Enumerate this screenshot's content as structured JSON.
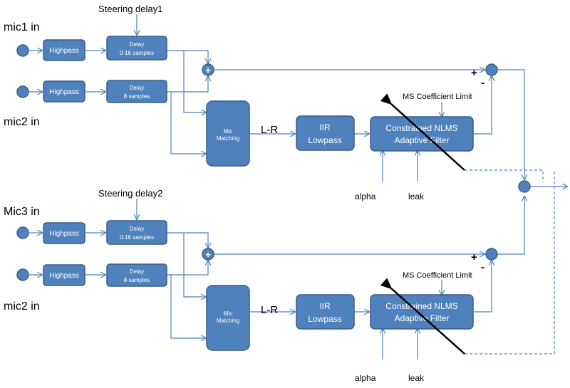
{
  "colors": {
    "block": "#4f81bd",
    "block_border": "#385d8a",
    "wire": "#4f81bd",
    "text": "#000000",
    "arrow": "#000000"
  },
  "top": {
    "in1_label": "mic1 in",
    "in2_label": "mic2 in",
    "steering_label": "Steering delay1",
    "highpass1": "Highpass",
    "highpass2": "Highpass",
    "delay1_title": "Delay",
    "delay1_sub": "0-16 samples",
    "delay2_title": "Delay",
    "delay2_sub": "8 samples",
    "mic_matching_1": "Mic",
    "mic_matching_2": "Matching",
    "lr_label": "L-R",
    "iir_1": "IIR",
    "iir_2": "Lowpass",
    "nlms_1": "Constrained NLMS",
    "nlms_2": "Adaptive Filter",
    "ms_limit": "MS Coefficient Limit",
    "alpha": "alpha",
    "leak": "leak",
    "plus": "+",
    "minus": "-",
    "sum_symbol": "+"
  },
  "bottom": {
    "in1_label": "Mic3 in",
    "in2_label": "mic2 in",
    "steering_label": "Steering delay2",
    "highpass1": "Highpass",
    "highpass2": "Highpass",
    "delay1_title": "Delay",
    "delay1_sub": "0-16 samples",
    "delay2_title": "Delay",
    "delay2_sub": "8 samples",
    "mic_matching_1": "Mic",
    "mic_matching_2": "Matching",
    "lr_label": "L-R",
    "iir_1": "IIR",
    "iir_2": "Lowpass",
    "nlms_1": "Constrained NLMS",
    "nlms_2": "Adaptive Filter",
    "ms_limit": "MS Coefficient Limit",
    "alpha": "alpha",
    "leak": "leak",
    "plus": "+",
    "minus": "-",
    "sum_symbol": "+"
  }
}
